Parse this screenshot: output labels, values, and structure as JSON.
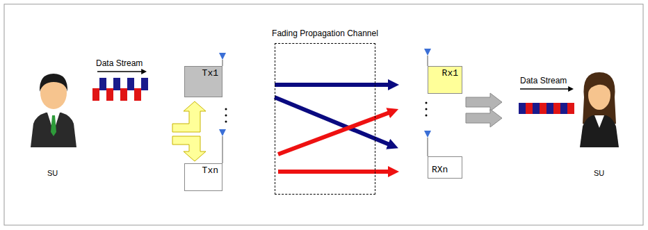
{
  "diagram": {
    "nodes": [
      {
        "text": [
          "Tx1"
        ]
      },
      {
        "text": [
          "Txn"
        ]
      },
      {
        "text": [
          "Fading Propagation Channel"
        ]
      },
      {
        "text": [
          "Rx1"
        ]
      },
      {
        "text": [
          "RXn"
        ]
      }
    ],
    "labels": [
      "Data Stream",
      "SU",
      "Data Stream",
      "SU"
    ]
  }
}
